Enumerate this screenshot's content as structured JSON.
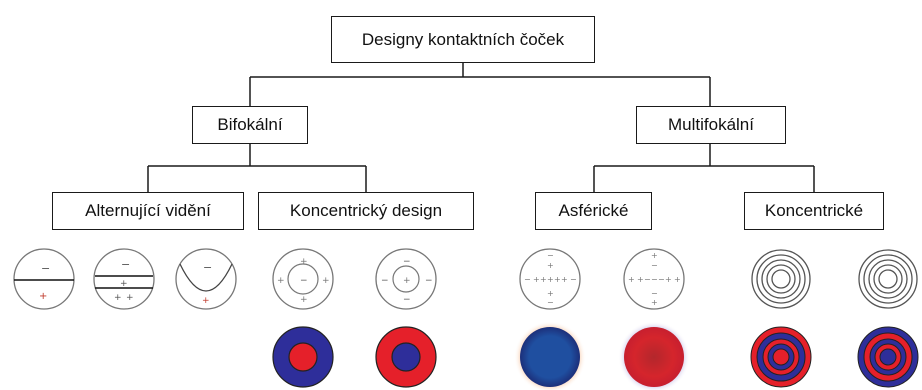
{
  "root": {
    "label": "Designy kontaktních čoček"
  },
  "level1": {
    "bifocal": {
      "label": "Bifokální"
    },
    "multifocal": {
      "label": "Multifokální"
    }
  },
  "level2": {
    "alternating": {
      "label": "Alternující vidění"
    },
    "concentric_design": {
      "label": "Koncentrický design"
    },
    "aspheric": {
      "label": "Asférické"
    },
    "concentric": {
      "label": "Koncentrické"
    }
  },
  "signs": {
    "plus": "+",
    "minus": "−"
  },
  "colors": {
    "line": "#1a1a1a",
    "lens_outline": "#777777",
    "blue": "#2e2e9a",
    "red": "#e5202a",
    "aspheric_blue": "#1f4fa0",
    "aspheric_red": "#d5252c"
  }
}
